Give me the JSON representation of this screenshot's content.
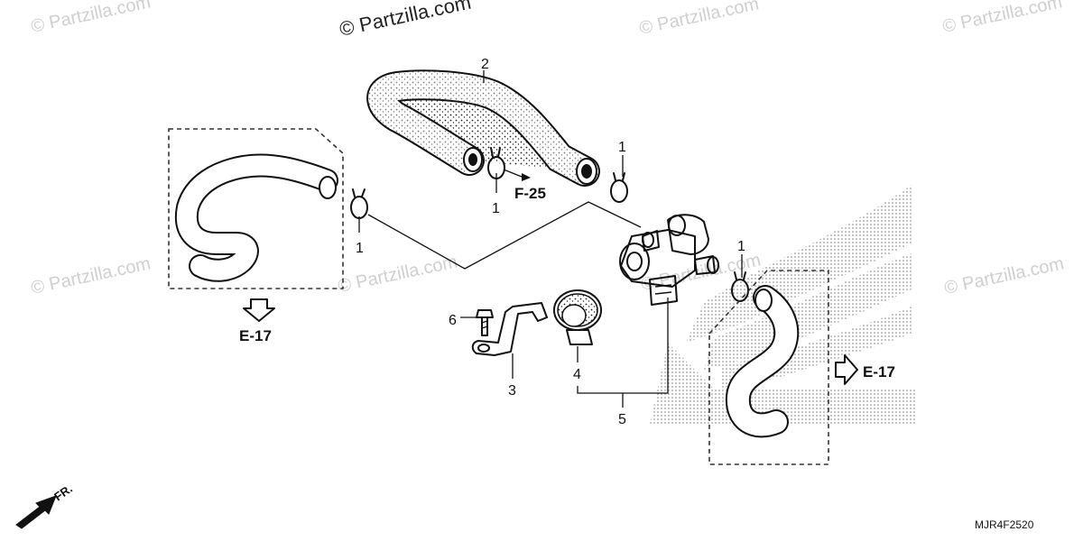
{
  "watermarks": {
    "top_center": "© Partzilla.com",
    "top_left": "© Partzilla.com",
    "top_right_a": "© Partzilla.com",
    "top_right_b": "© Partzilla.com",
    "mid_left": "© Partzilla.com",
    "mid_center": "© Partzilla.com",
    "mid_right_a": "© Partzilla.com",
    "mid_right_b": "© Partzilla.com"
  },
  "callouts": {
    "hose_upper": "2",
    "clip_a": "1",
    "clip_b": "1",
    "clip_c": "1",
    "clip_d": "1",
    "bracket": "3",
    "band": "4",
    "valve_assy": "5",
    "bolt": "6"
  },
  "references": {
    "left_hose": "E-17",
    "right_hose": "E-17",
    "upper_hose": "F-25"
  },
  "diagram_code": "MJR4F2520",
  "front_label": "FR.",
  "icons": {
    "arrow": "hollow-arrow-icon",
    "front": "front-direction-arrow-icon",
    "logo": "honda-wing-logo"
  }
}
